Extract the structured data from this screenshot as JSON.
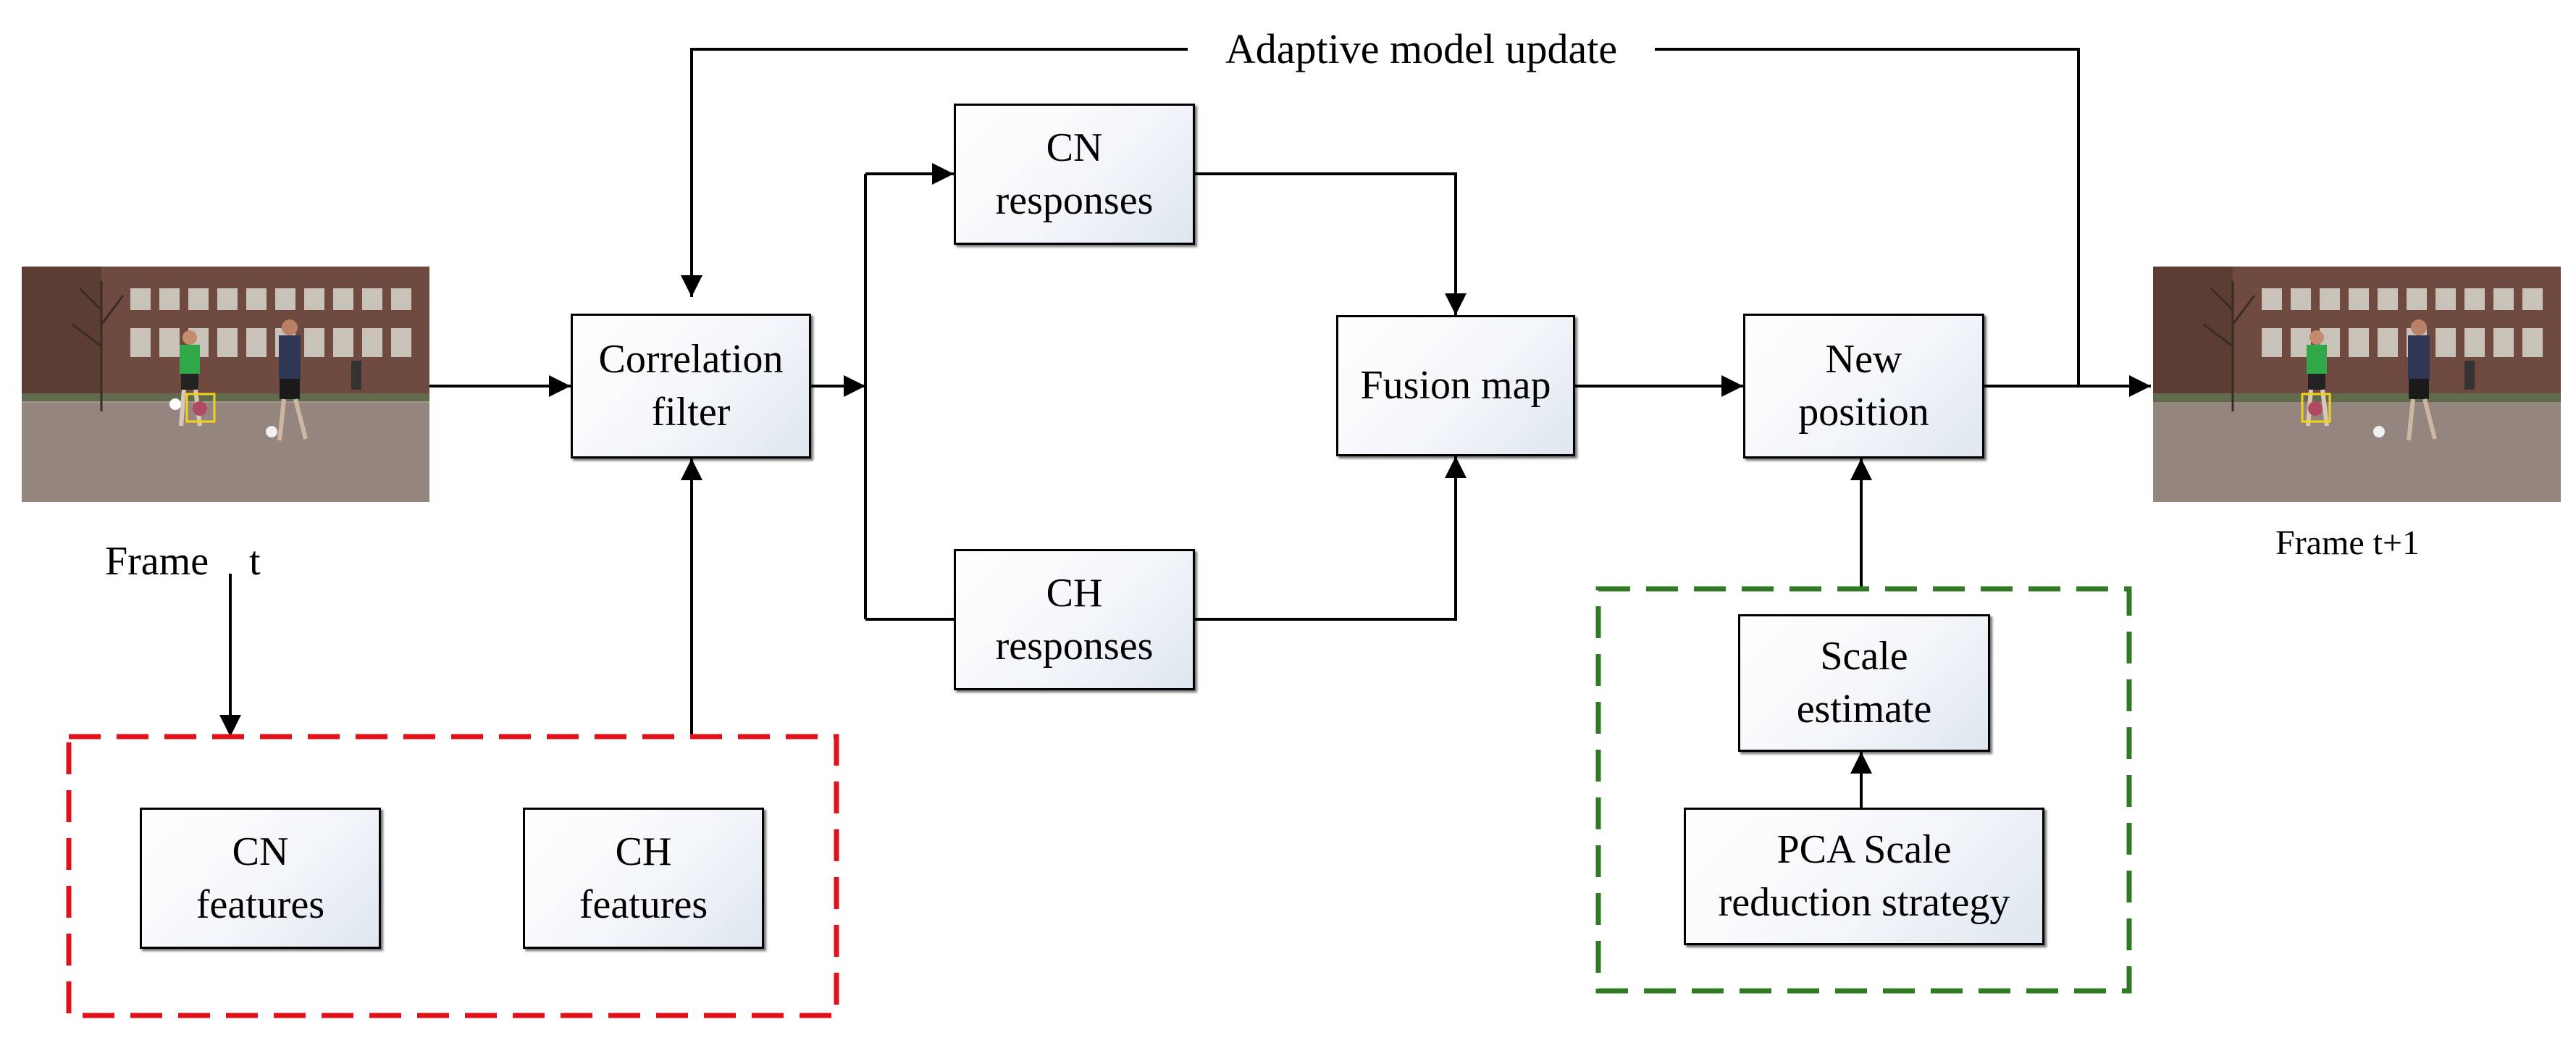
{
  "update_label": "Adaptive model update",
  "boxes": {
    "correlation_filter": [
      "Correlation",
      "filter"
    ],
    "cn_responses": [
      "CN",
      "responses"
    ],
    "ch_responses": [
      "CH",
      "responses"
    ],
    "fusion_map": [
      "Fusion map"
    ],
    "new_position": [
      "New",
      "position"
    ],
    "cn_features": [
      "CN",
      "features"
    ],
    "ch_features": [
      "CH",
      "features"
    ],
    "scale_estimate": [
      "Scale",
      "estimate"
    ],
    "pca_scale": [
      "PCA Scale",
      "reduction strategy"
    ]
  },
  "frames": {
    "input_label_word": "Frame",
    "input_label_var": "t",
    "output_label": "Frame t+1"
  },
  "colors": {
    "feature_group_border": "#e0111b",
    "scale_group_border": "#2f7a23",
    "arrow": "#000000"
  }
}
